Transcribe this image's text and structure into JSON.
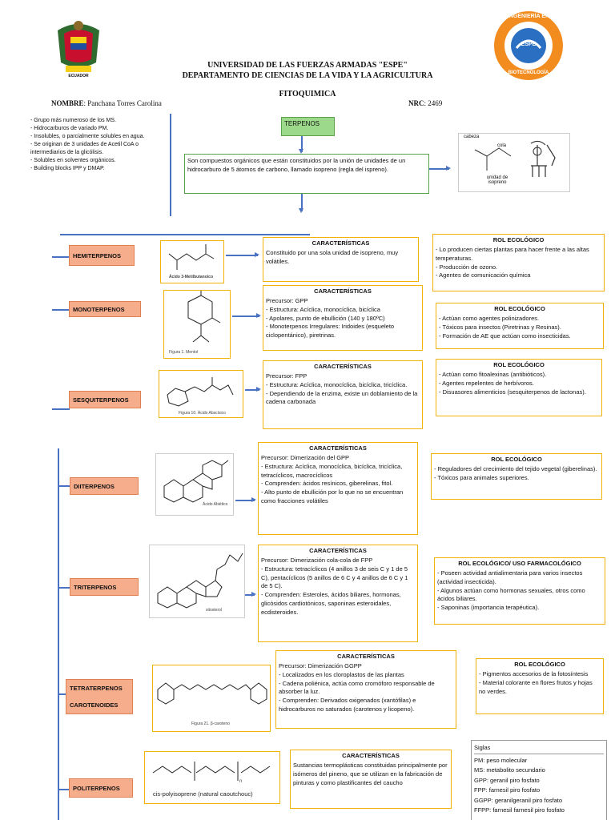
{
  "header": {
    "university": "UNIVERSIDAD DE LAS FUERZAS ARMADAS \"ESPE\"",
    "department": "DEPARTAMENTO DE CIENCIAS DE LA VIDA Y LA AGRICULTURA",
    "subject": "FITOQUIMICA",
    "name_label": "NOMBRE",
    "name_value": ": Panchana Torres Carolina",
    "nrc_label": "NRC",
    "nrc_value": ": 2469",
    "left_logo_text": "ECUADOR",
    "right_logo_text_top": "INGENIERÍA EN",
    "right_logo_text_bottom": "BIOTECNOLOGÍA",
    "right_logo_center": "ESPE"
  },
  "intro": {
    "bullets": [
      "- Grupo más numeroso de los MS.",
      "- Hidrocarburos de variado PM.",
      "-  Insolubles, o parcialmente solubles en agua.",
      "-  Se originan de 3 unidades de Acetil CoA o intermediarios de la glicólisis.",
      "-  Solubles en solventes orgánicos.",
      "-  Building blocks IPP y DMAP."
    ],
    "terpenos": "TERPENOS",
    "definition": "Son compuestos orgánicos que están constituidos por la unión de unidades de un hidrocarburo de 5 átomos de carbono, llamado isopreno (regla del ispreno).",
    "isoprene_labels": {
      "cabeza": "cabeza",
      "cola": "cola",
      "unidad": "unidad de isopreno"
    }
  },
  "colors": {
    "accent_yellow": "#f2b400",
    "class_box": "#f6ad8c",
    "line_blue": "#4a72c2",
    "terpenos_green": "#9dd98a"
  },
  "sections": [
    {
      "name": "HEMITERPENOS",
      "structure_caption": "Ácido 3-Metilbutanoico",
      "char_title": "CARACTERÍSTICAS",
      "char_lines": [
        "Constituido por una sola unidad de isopreno, muy volátiles."
      ],
      "eco_title": "ROL ECOLÓGICO",
      "eco_lines": [
        "- Lo producen ciertas plantas para hacer frente a las altas temperaturas.",
        "- Producción de ozono.",
        "- Agentes de comunicación química"
      ]
    },
    {
      "name": "MONOTERPENOS",
      "structure_caption": "Figura 1. Mentol",
      "char_title": "CARACTERÍSTICAS",
      "char_lines": [
        "Precursor: GPP",
        "- Estructura: Acíclica, monocíclica, bicíclica",
        "- Apolares, punto de ebullición (140 y 180ºC)",
        "- Monoterpenos Irregulares: Iridoides (esqueleto ciclopentánico), piretrinas."
      ],
      "eco_title": "ROL ECOLÓGICO",
      "eco_lines": [
        "- Actúan como agentes polinizadores.",
        "- Tóxicos para insectos (Piretrinas y Resinas).",
        "- Formación de AE que actúan como insecticidas."
      ]
    },
    {
      "name": "SESQUITERPENOS",
      "structure_caption": "Figura 10. Ácido Abscísico",
      "char_title": "CARACTERÍSTICAS",
      "char_lines": [
        "Precursor: FPP",
        "- Estructura: Acíclica, monocíclica, bicíclica, tricíclica.",
        "- Dependiendo de la enzima, existe un doblamiento de la cadena carbonada"
      ],
      "eco_title": "ROL ECOLÓGICO",
      "eco_lines": [
        "- Actúan como fitoalexinas (antibióticos).",
        "- Agentes repelentes de herbívoros.",
        "- Disuasores alimenticios (sesquiterpenos de lactonas)."
      ]
    },
    {
      "name": "DIITERPENOS",
      "structure_caption": "Ácido Abiético",
      "char_title": "CARACTERÍSTICAS",
      "char_lines": [
        "Precursor: Dimerización del GPP",
        "- Estructura: Acíclica, monocíclica, bicíclica, tricíclica, tetracíclicos, macrocíclicos",
        "- Comprenden: ácidos resínicos, giberelinas, fitol.",
        "- Alto punto de ebullición por lo que no se encuentran como fracciones volátiles"
      ],
      "eco_title": "ROL ECOLÓGICO",
      "eco_lines": [
        "- Reguladores del crecimiento del tejido vegetal (giberelinas).",
        "- Tóxicos para animales superiores."
      ]
    },
    {
      "name": "TRITERPENOS",
      "structure_caption": "sitosterol",
      "char_title": "CARACTERÍSTICAS",
      "char_lines": [
        "Precursor: Dimerización cola-cola de FPP",
        "- Estructura: tetracíclicos (4 anillos 3 de seis C y 1 de 5 C), pentacíclicos (5 anillos de 6 C y 4 anillos de 6 C y 1 de 5 C).",
        "- Comprenden: Esteroles, ácidos biliares, hormonas, glicósidos cardiotónicos, saponinas esteroidales, ecdisteroides."
      ],
      "eco_title": "ROL ECOLÓGICO/ USO FARMACOLÓGICO",
      "eco_lines": [
        "- Poseen actividad antialimentaria para varios insectos (actividad insecticida).",
        "- Algunos actúan como hormonas sexuales, otros como ácidos biliares.",
        "- Saponinas (importancia terapéutica)."
      ]
    },
    {
      "name": "TETRATERPENOS",
      "name2": "CAROTENOIDES",
      "structure_caption": "Figura 21. β-caroteno",
      "char_title": "CARACTERÍSTICAS",
      "char_lines": [
        "Precursor: Dimerización GGPP",
        "- Localizados en los cloroplastos de las plantas",
        "- Cadena poliénica, actúa como cromóforo responsable de absorber la luz.",
        "- Comprenden: Derivados oxigenados (xantófilas) e hidrocarburos no saturados (carotenos y licopeno)."
      ],
      "eco_title": "ROL ECOLÓGICO",
      "eco_lines": [
        "- Pigmentos accesorios de la fotosíntesis",
        "- Material colorante en flores frutos y hojas no verdes."
      ]
    },
    {
      "name": "POLITERPENOS",
      "structure_caption": "cis-polyisoprene (natural caoutchouc)",
      "structure_n": "n",
      "char_title": "CARACTERÍSTICAS",
      "char_lines": [
        "Sustancias termoplásticas constituidas principalmente por isómeros del pineno, que se utilizan en la fabricación de pinturas y como plastificantes del caucho"
      ]
    }
  ],
  "siglas": {
    "title": "Siglas",
    "items": [
      "PM: peso molecular",
      "MS: metabolito secundario",
      "GPP: geranil piro fosfato",
      "FPP: farnesil piro fosfato",
      "GGPP: geranilgeranil piro fosfato",
      "FFPP: farnesil farnesil piro fosfato"
    ]
  }
}
